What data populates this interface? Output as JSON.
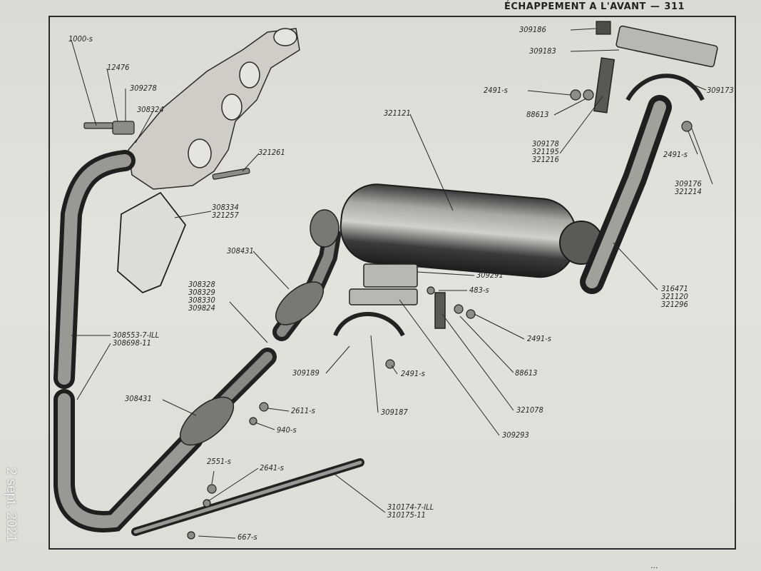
{
  "header": {
    "title": "ÉCHAPPEMENT A L'AVANT",
    "separator": "—",
    "page": "311"
  },
  "date_stamp": "2 sept. 2021",
  "footer_fragment": "...",
  "labels": {
    "p1000s": "1000-s",
    "p12476": "12476",
    "p309278": "309278",
    "p308324": "308324",
    "p321261": "321261",
    "p308334": [
      "308334",
      "321257"
    ],
    "p308431_top": "308431",
    "p308328": [
      "308328",
      "308329",
      "308330",
      "309824"
    ],
    "p308553": [
      "308553-7-ILL",
      "308698-11"
    ],
    "p308431_bot": "308431",
    "p2611s": "2611-s",
    "p940s": "940-s",
    "p2551s": "2551-s",
    "p2641s": "2641-s",
    "p310174": [
      "310174-7-ILL",
      "310175-11"
    ],
    "p667s": "667-s",
    "p321121": "321121",
    "p309291": "309291",
    "p483s": "483-s",
    "p2491s_mid": "2491-s",
    "p88613_mid": "88613",
    "p321078": "321078",
    "p309293": "309293",
    "p309189": "309189",
    "p2491s_low": "2491-s",
    "p309187": "309187",
    "p309186": "309186",
    "p309183": "309183",
    "p2491s_top": "2491-s",
    "p88613_top": "88613",
    "p309173": "309173",
    "p309178": [
      "309178",
      "321195",
      "321216"
    ],
    "p2491s_right": "2491-s",
    "p309176": [
      "309176",
      "321214"
    ],
    "p316471": [
      "316471",
      "321120",
      "321296"
    ]
  },
  "colors": {
    "ink": "#262626",
    "paper": "#e2e0da",
    "shade": "#4a4a4a"
  }
}
